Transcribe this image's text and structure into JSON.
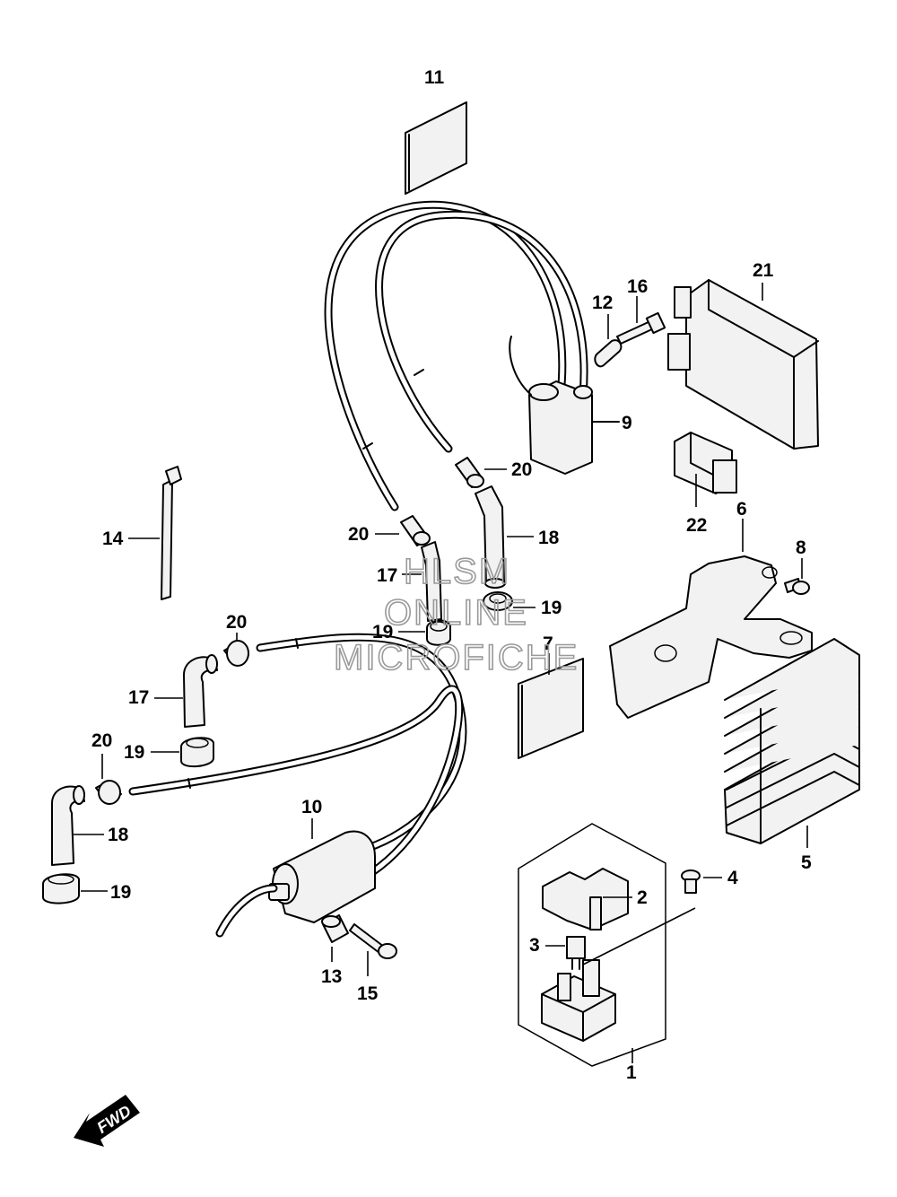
{
  "watermark": {
    "line1": "HLSM",
    "line2": "ONLINE",
    "line3": "MICROFICHE"
  },
  "direction_badge": "FWD",
  "callouts": {
    "p1": "1",
    "p2": "2",
    "p3": "3",
    "p4": "4",
    "p5": "5",
    "p6": "6",
    "p7": "7",
    "p8": "8",
    "p9": "9",
    "p10": "10",
    "p11": "11",
    "p12": "12",
    "p13": "13",
    "p14": "14",
    "p15": "15",
    "p16": "16",
    "p17a": "17",
    "p17b": "17",
    "p18a": "18",
    "p18b": "18",
    "p19a": "19",
    "p19b": "19",
    "p19c": "19",
    "p19d": "19",
    "p20a": "20",
    "p20b": "20",
    "p20c": "20",
    "p20d": "20",
    "p21": "21",
    "p22": "22"
  },
  "icons": {
    "fwd_arrow": "fwd-arrow-icon"
  }
}
